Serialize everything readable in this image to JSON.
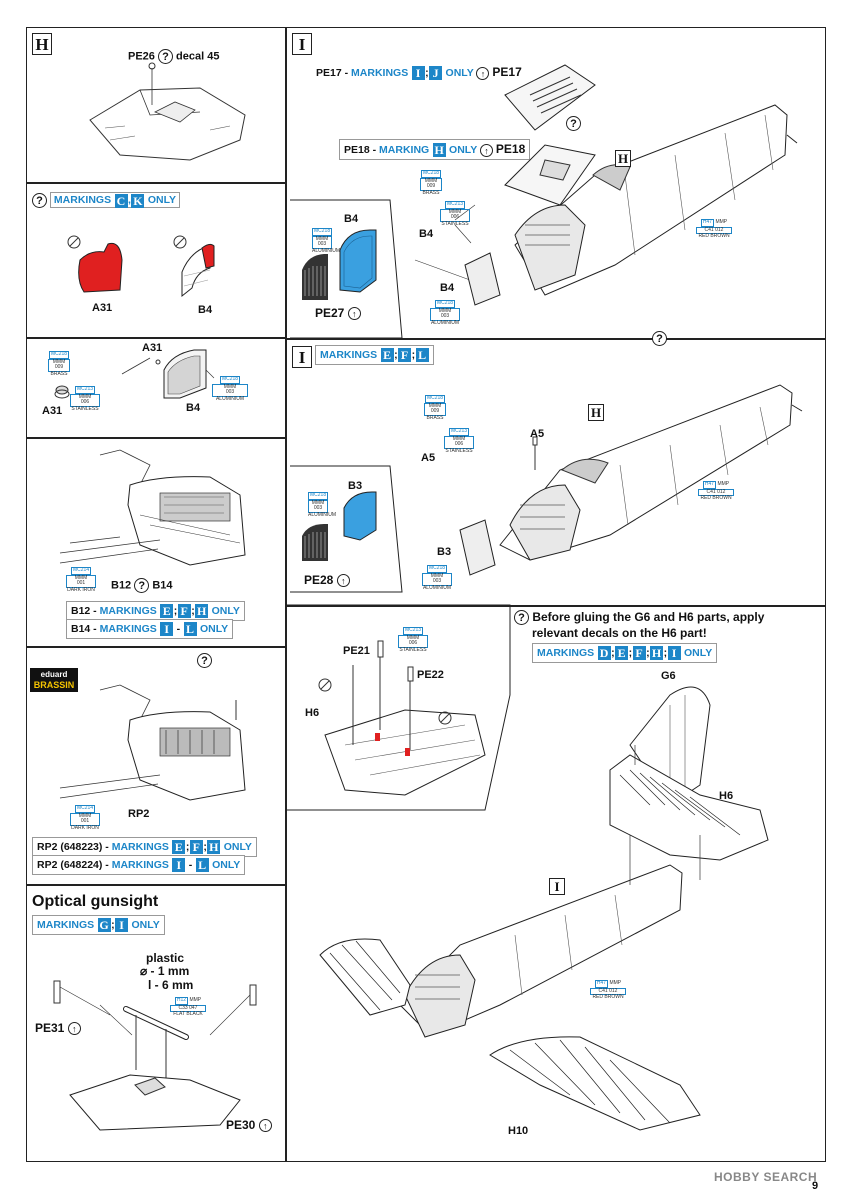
{
  "page_number": "9",
  "watermark": "HOBBY SEARCH",
  "steps": {
    "H": "H",
    "I": "I"
  },
  "colors": {
    "accent_blue": "#1d86c8",
    "red_part": "#e02020",
    "blue_part": "#3aa0e0"
  },
  "left": {
    "h_step": {
      "part": "PE26",
      "decal": "decal 45"
    },
    "markings_ck": {
      "prefix": "MARKINGS",
      "l1": "C",
      "l2": "K",
      "suffix": "ONLY",
      "parts": [
        "A31",
        "B4"
      ]
    },
    "detail_a31": {
      "a31_top": "A31",
      "a31_left": "A31",
      "b4": "B4",
      "brass": [
        "MC218",
        "MMM",
        "009",
        "BRASS"
      ],
      "stainless": [
        "MC213",
        "MMM",
        "006",
        "STAINLESS"
      ],
      "aluminium": [
        "MC218",
        "MMM",
        "003",
        "ALUMINIUM"
      ]
    },
    "exhaust": {
      "b12": "B12",
      "b14": "B14",
      "darkiron": [
        "MC214",
        "MMM",
        "001",
        "DARK IRON"
      ],
      "line1": {
        "part": "B12",
        "prefix": "MARKINGS",
        "l": [
          "E",
          "F",
          "H"
        ],
        "suffix": "ONLY"
      },
      "line2": {
        "part": "B14",
        "prefix": "MARKINGS",
        "l": [
          "I",
          "L"
        ],
        "suffix": "ONLY"
      }
    },
    "brassin": {
      "brand_l1": "eduard",
      "brand_l2": "BRASSIN",
      "rp2": "RP2",
      "darkiron": [
        "MC214",
        "MMM",
        "001",
        "DARK IRON"
      ],
      "line1": {
        "part": "RP2 (648223)",
        "prefix": "MARKINGS",
        "l": [
          "E",
          "F",
          "H"
        ],
        "suffix": "ONLY"
      },
      "line2": {
        "part": "RP2 (648224)",
        "prefix": "MARKINGS",
        "l": [
          "I",
          "L"
        ],
        "suffix": "ONLY"
      }
    },
    "gunsight": {
      "title": "Optical gunsight",
      "prefix": "MARKINGS",
      "l": [
        "G",
        "I"
      ],
      "suffix": "ONLY",
      "plastic": "plastic",
      "dia": "⌀ - 1 mm",
      "len": "l - 6 mm",
      "flatblack": [
        "H12",
        "MMP",
        "C33",
        "047",
        "FLAT BLACK"
      ],
      "pe31": "PE31",
      "pe30": "PE30"
    }
  },
  "right": {
    "i_top": {
      "pe17": {
        "part": "PE17",
        "prefix": "MARKINGS",
        "l": [
          "I",
          "J"
        ],
        "suffix": "ONLY",
        "after": "PE17"
      },
      "pe18": {
        "part": "PE18",
        "prefix": "MARKING",
        "l": [
          "H"
        ],
        "suffix": "ONLY",
        "after": "PE18"
      },
      "h_ref": "H",
      "b4": "B4",
      "b4b": "B4",
      "b4c": "B4",
      "pe27": "PE27",
      "brass": [
        "MC218",
        "MMM",
        "009",
        "BRASS"
      ],
      "stainless": [
        "MC213",
        "MMM",
        "006",
        "STAINLESS"
      ],
      "aluminium": [
        "MC218",
        "MMM",
        "003",
        "ALUMINIUM"
      ],
      "aluminium2": [
        "MC218",
        "MMM",
        "003",
        "ALUMINIUM"
      ],
      "redbrown": [
        "H47",
        "MMP",
        "C41",
        "012",
        "RED BROWN"
      ]
    },
    "i_mid": {
      "prefix": "MARKINGS",
      "l": [
        "E",
        "F",
        "L"
      ],
      "h_ref": "H",
      "a5": "A5",
      "a5b": "A5",
      "b3": "B3",
      "b3b": "B3",
      "pe28": "PE28",
      "brass": [
        "MC218",
        "MMM",
        "009",
        "BRASS"
      ],
      "stainless": [
        "MC213",
        "MMM",
        "006",
        "STAINLESS"
      ],
      "aluminium": [
        "MC218",
        "MMM",
        "003",
        "ALUMINIUM"
      ],
      "aluminium2": [
        "MC218",
        "MMM",
        "003",
        "ALUMINIUM"
      ],
      "redbrown": [
        "H47",
        "MMP",
        "C41",
        "012",
        "RED BROWN"
      ]
    },
    "tail": {
      "note1": "Before gluing the G6 and H6 parts, apply",
      "note2": "relevant decals on the H6 part!",
      "prefix": "MARKINGS",
      "l": [
        "D",
        "E",
        "F",
        "H",
        "I"
      ],
      "suffix": "ONLY",
      "pe21": "PE21",
      "pe22": "PE22",
      "h6": "H6",
      "h6b": "H6",
      "g6": "G6",
      "h10": "H10",
      "i_ref": "I",
      "stainless": [
        "MC213",
        "MMM",
        "006",
        "STAINLESS"
      ],
      "redbrown": [
        "H47",
        "MMP",
        "C41",
        "012",
        "RED BROWN"
      ]
    }
  }
}
